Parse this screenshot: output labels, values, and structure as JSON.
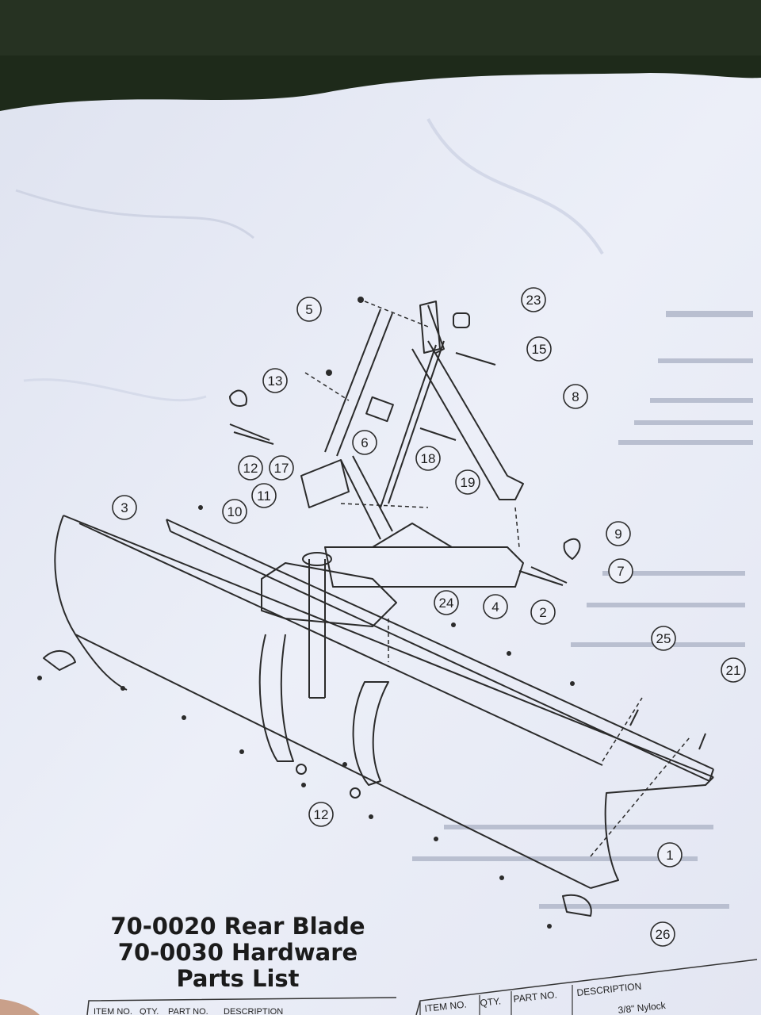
{
  "callouts": [
    {
      "n": "1"
    },
    {
      "n": "2"
    },
    {
      "n": "3"
    },
    {
      "n": "4"
    },
    {
      "n": "5"
    },
    {
      "n": "6"
    },
    {
      "n": "7"
    },
    {
      "n": "8"
    },
    {
      "n": "9"
    },
    {
      "n": "10"
    },
    {
      "n": "11"
    },
    {
      "n": "12"
    },
    {
      "n": "12"
    },
    {
      "n": "13"
    },
    {
      "n": "15"
    },
    {
      "n": "17"
    },
    {
      "n": "18"
    },
    {
      "n": "19"
    },
    {
      "n": "21"
    },
    {
      "n": "23"
    },
    {
      "n": "24"
    },
    {
      "n": "25"
    },
    {
      "n": "26"
    }
  ],
  "title": {
    "line1": "70-0020 Rear Blade",
    "line2": "70-0030 Hardware",
    "line3": "Parts List"
  },
  "table_headers_right": [
    "ITEM NO.",
    "QTY.",
    "PART NO.",
    "DESCRIPTION"
  ],
  "table_headers_left": [
    "ITEM NO.",
    "QTY.",
    "PART NO.",
    "DESCRIPTION"
  ],
  "partial_row_text": "3/8\" Nylock",
  "colors": {
    "paper": "#e9ecf6",
    "ink": "#2b2b2b",
    "background": "#1e2a1a"
  }
}
